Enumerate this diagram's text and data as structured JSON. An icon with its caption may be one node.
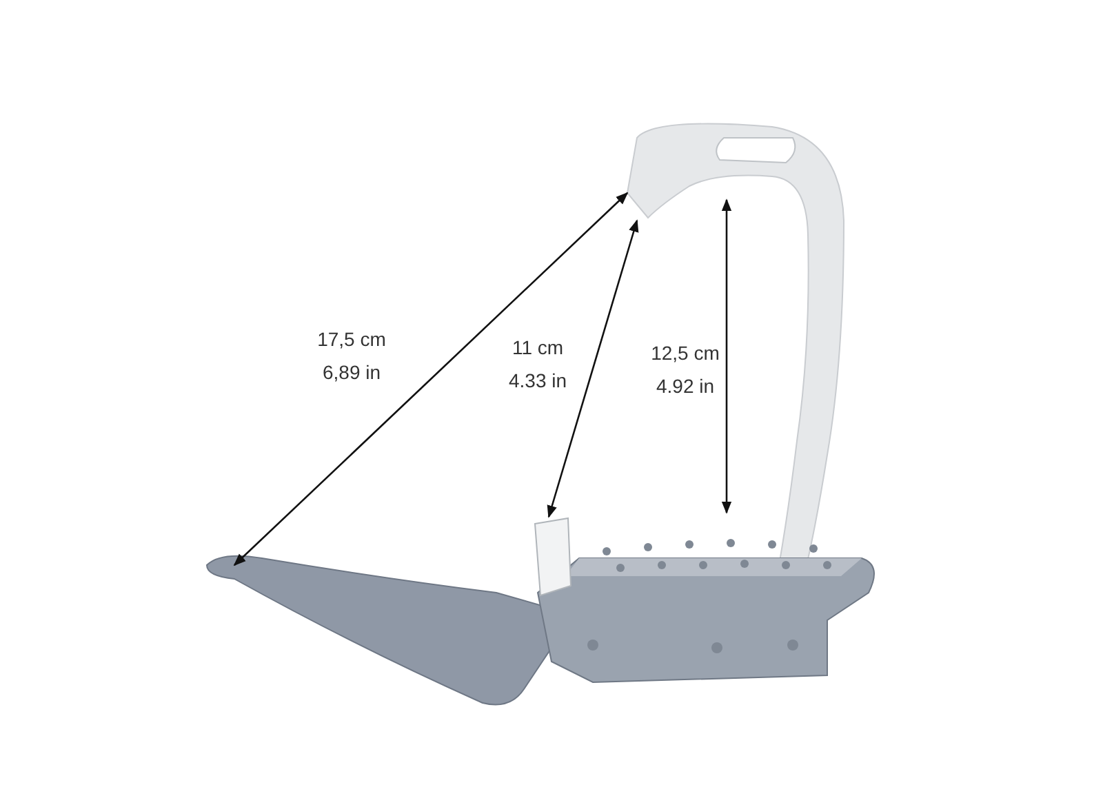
{
  "diagram": {
    "labels": [
      "17,5 cm",
      "6,89 in",
      "11 cm",
      "4.33 in",
      "12,5 cm",
      "4.92 in"
    ]
  }
}
